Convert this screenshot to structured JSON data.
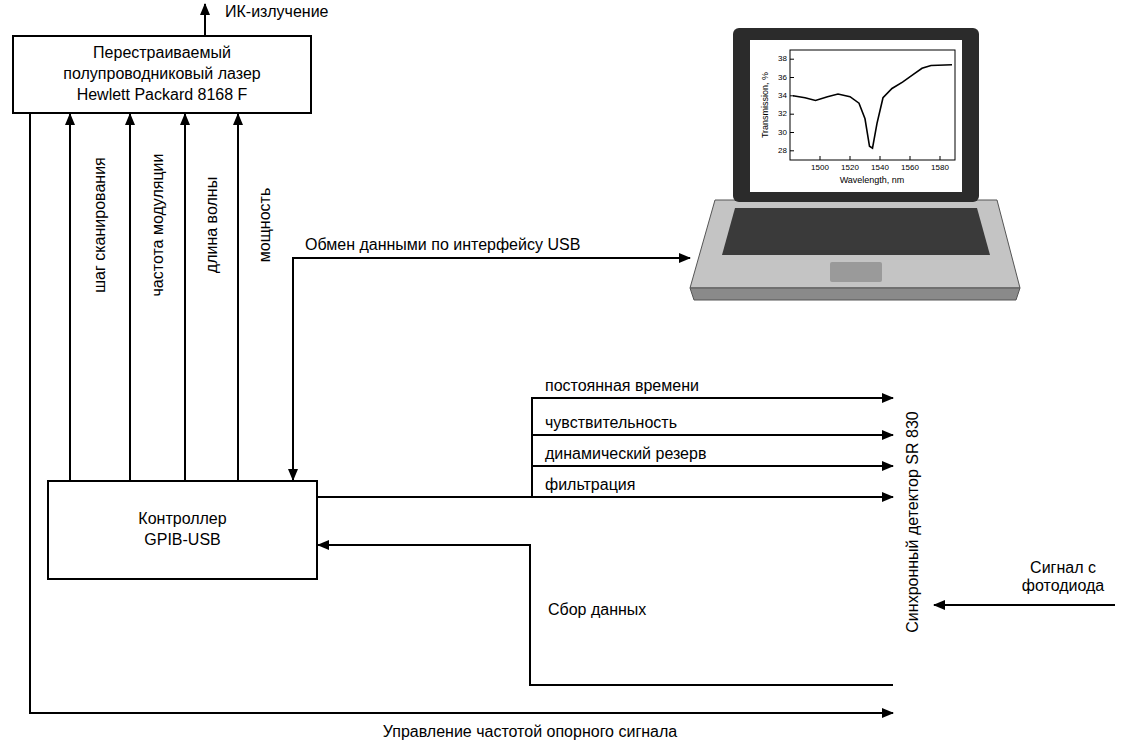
{
  "diagram": {
    "nodes": [
      {
        "text": [
          "Перестраиваемый полупроводниковый лазер Hewlett Packard 8168 F"
        ]
      },
      {
        "text": [
          "Transmission, %",
          "Wavelength, nm",
          "1500",
          "1520",
          "1540",
          "1560",
          "1580",
          "28",
          "30",
          "32",
          "34",
          "36",
          "38"
        ]
      },
      {
        "text": [
          "Контроллер GPIB-USB"
        ]
      },
      {
        "text": [
          "Синхронный детектор SR 830"
        ]
      }
    ],
    "edges": [
      {
        "from": 2,
        "to": 0,
        "arrow": "to",
        "label": "шаг сканирования"
      },
      {
        "from": 2,
        "to": 0,
        "arrow": "to",
        "label": "частота модуляции"
      },
      {
        "from": 2,
        "to": 0,
        "arrow": "to",
        "label": "длина волны"
      },
      {
        "from": 2,
        "to": 0,
        "arrow": "to",
        "label": "мощность"
      },
      {
        "from": 2,
        "to": 1,
        "arrow": "both",
        "label": "Обмен данными по интерфейсу USB"
      },
      {
        "from": 2,
        "to": 3,
        "arrow": "to",
        "label": "постоянная времени"
      },
      {
        "from": 2,
        "to": 3,
        "arrow": "to",
        "label": "чувствительность"
      },
      {
        "from": 2,
        "to": 3,
        "arrow": "to",
        "label": "динамический резерв"
      },
      {
        "from": 2,
        "to": 3,
        "arrow": "to",
        "label": "фильтрация"
      },
      {
        "from": 3,
        "to": 2,
        "arrow": "to",
        "label": "Сбор данных"
      },
      {
        "from": 0,
        "to": 3,
        "arrow": "to",
        "label": "Управление частотой опорного сигнала"
      }
    ],
    "labels": [
      "ИК-излучение",
      "Сигнал с фотодиода"
    ]
  }
}
